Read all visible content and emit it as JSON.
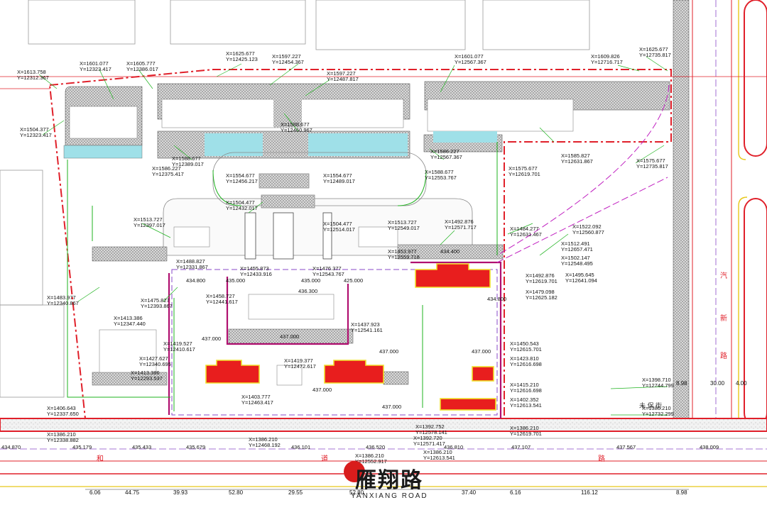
{
  "road": {
    "name_cn": "雁翔路",
    "name_en": "YANXIANG ROAD"
  },
  "colors": {
    "redline": "#e0202a",
    "green": "#1fb31f",
    "magenta": "#c020c0",
    "hatch": "#7a7a7a",
    "building": "#e81e1e",
    "yellow": "#f0e02a",
    "cyan": "#9fe0e8"
  },
  "coords": [
    {
      "x": "X=1613.758",
      "y": "Y=12312.367"
    },
    {
      "x": "X=1601.077",
      "y": "Y=12323.417"
    },
    {
      "x": "X=1605.777",
      "y": "Y=12386.017"
    },
    {
      "x": "X=1625.677",
      "y": "Y=12425.123"
    },
    {
      "x": "X=1597.227",
      "y": "Y=12454.367"
    },
    {
      "x": "X=1597.227",
      "y": "Y=12487.817"
    },
    {
      "x": "X=1601.077",
      "y": "Y=12567.367"
    },
    {
      "x": "X=1609.826",
      "y": "Y=12716.717"
    },
    {
      "x": "X=1625.677",
      "y": "Y=12735.817"
    },
    {
      "x": "X=1504.377",
      "y": "Y=12323.417"
    },
    {
      "x": "X=1588.677",
      "y": "Y=12460.967"
    },
    {
      "x": "X=1588.677",
      "y": "Y=12389.017"
    },
    {
      "x": "X=1586.227",
      "y": "Y=12375.417"
    },
    {
      "x": "X=1586.227",
      "y": "Y=12567.367"
    },
    {
      "x": "X=1588.677",
      "y": "Y=12553.767"
    },
    {
      "x": "X=1554.677",
      "y": "Y=12456.217"
    },
    {
      "x": "X=1554.677",
      "y": "Y=12489.017"
    },
    {
      "x": "X=1504.477",
      "y": "Y=12432.017"
    },
    {
      "x": "X=1504.477",
      "y": "Y=12514.017"
    },
    {
      "x": "X=1513.727",
      "y": "Y=12397.017"
    },
    {
      "x": "X=1513.727",
      "y": "Y=12549.017"
    },
    {
      "x": "X=1492.876",
      "y": "Y=12571.717"
    },
    {
      "x": "X=1484.277",
      "y": "Y=12631.467"
    },
    {
      "x": "X=1522.092",
      "y": "Y=12560.877"
    },
    {
      "x": "X=1512.491",
      "y": "Y=12657.471"
    },
    {
      "x": "X=1502.147",
      "y": "Y=12548.495"
    },
    {
      "x": "X=1495.645",
      "y": "Y=12641.094"
    },
    {
      "x": "X=1492.876",
      "y": "Y=12619.701"
    },
    {
      "x": "X=1479.098",
      "y": "Y=12625.182"
    },
    {
      "x": "X=1575.677",
      "y": "Y=12735.817"
    },
    {
      "x": "X=1585.827",
      "y": "Y=12631.867"
    },
    {
      "x": "X=1575.677",
      "y": "Y=12619.701"
    },
    {
      "x": "X=1483.977",
      "y": "Y=12340.867"
    },
    {
      "x": "X=1475.827",
      "y": "Y=12393.867"
    },
    {
      "x": "X=1488.827",
      "y": "Y=12331.867"
    },
    {
      "x": "X=1455.873",
      "y": "Y=12433.916"
    },
    {
      "x": "X=1476.377",
      "y": "Y=12543.767"
    },
    {
      "x": "X=1458.727",
      "y": "Y=12441.617"
    },
    {
      "x": "X=1453.977",
      "y": "Y=12559.718"
    },
    {
      "x": "X=1437.923",
      "y": "Y=12541.161"
    },
    {
      "x": "X=1413.386",
      "y": "Y=12347.440"
    },
    {
      "x": "X=1419.527",
      "y": "Y=12410.617"
    },
    {
      "x": "X=1427.627",
      "y": "Y=12340.695"
    },
    {
      "x": "X=1413.386",
      "y": "Y=12293.537"
    },
    {
      "x": "X=1419.377",
      "y": "Y=12472.617"
    },
    {
      "x": "X=1403.777",
      "y": "Y=12463.417"
    },
    {
      "x": "X=1406.643",
      "y": "Y=12337.650"
    },
    {
      "x": "X=1386.210",
      "y": "Y=12338.882"
    },
    {
      "x": "X=1386.210",
      "y": "Y=12468.192"
    },
    {
      "x": "X=1386.210",
      "y": "Y=12552.917"
    },
    {
      "x": "X=1392.752",
      "y": "Y=12578.141"
    },
    {
      "x": "X=1392.720",
      "y": "Y=12571.417"
    },
    {
      "x": "X=1386.210",
      "y": "Y=12613.541"
    },
    {
      "x": "X=1450.543",
      "y": "Y=12615.701"
    },
    {
      "x": "X=1423.810",
      "y": "Y=12616.698"
    },
    {
      "x": "X=1415.210",
      "y": "Y=12616.698"
    },
    {
      "x": "X=1402.352",
      "y": "Y=12613.541"
    },
    {
      "x": "X=1386.210",
      "y": "Y=12619.701"
    },
    {
      "x": "X=1398.710",
      "y": "Y=12744.799"
    },
    {
      "x": "X=1386.210",
      "y": "Y=12732.299"
    }
  ],
  "elevations": [
    "434.870",
    "435.179",
    "435.433",
    "435.679",
    "436.101",
    "436.520",
    "436.810",
    "437.107",
    "437.567",
    "438.009",
    "434.800",
    "435.000",
    "436.300",
    "435.000",
    "425.000",
    "434.400",
    "434.800",
    "437.000",
    "437.000",
    "437.000",
    "437.000",
    "437.000",
    "437.000"
  ],
  "bottom_dims": [
    "6.06",
    "44.75",
    "39.93",
    "52.80",
    "29.55",
    "52.80",
    "37.40",
    "6.16",
    "116.12",
    "8.98"
  ],
  "right_dims": [
    "8.98",
    "30.00",
    "4.00"
  ]
}
